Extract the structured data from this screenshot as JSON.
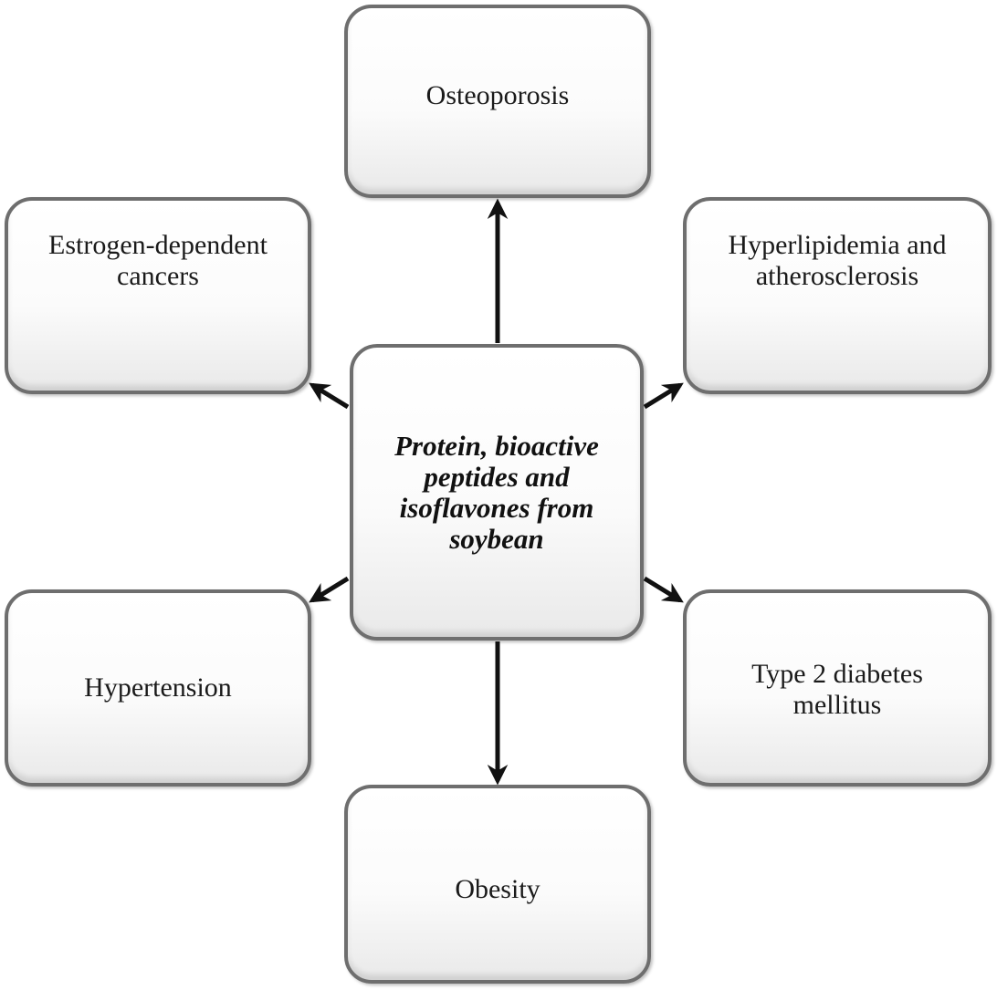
{
  "diagram": {
    "center": {
      "label_lines": [
        "Protein, bioactive",
        "peptides and",
        "isoflavones from",
        "soybean"
      ]
    },
    "outcomes": [
      {
        "id": "top",
        "label_lines": [
          "Osteoporosis"
        ]
      },
      {
        "id": "top-left",
        "label_lines": [
          "Estrogen-dependent",
          "cancers"
        ]
      },
      {
        "id": "top-right",
        "label_lines": [
          "Hyperlipidemia and",
          "atherosclerosis"
        ]
      },
      {
        "id": "bot-left",
        "label_lines": [
          "Hypertension"
        ]
      },
      {
        "id": "bot-right",
        "label_lines": [
          "Type 2 diabetes",
          "mellitus"
        ]
      },
      {
        "id": "bottom",
        "label_lines": [
          "Obesity"
        ]
      }
    ],
    "colors": {
      "arrow": "#111111",
      "border": "#6e6e6e",
      "box_fill": "#ffffff"
    }
  }
}
